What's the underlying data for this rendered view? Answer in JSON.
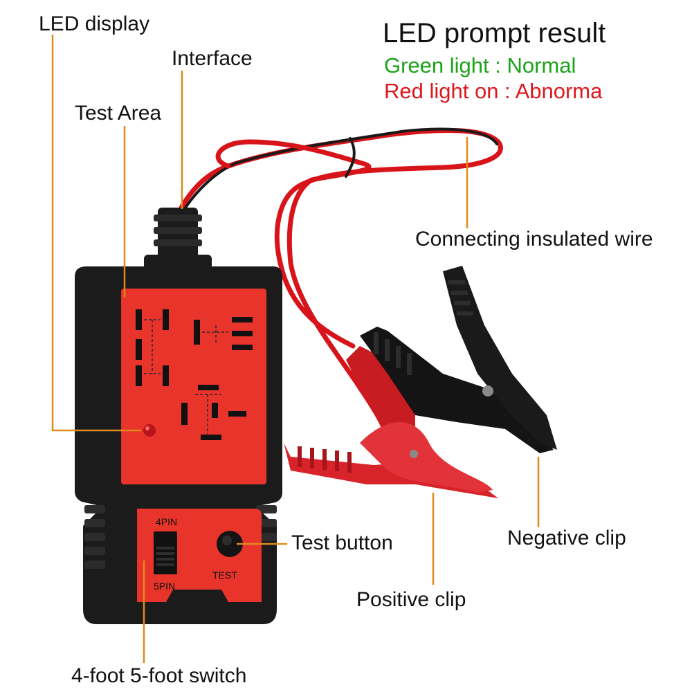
{
  "legend": {
    "title": "LED prompt result",
    "green_line": "Green light : Normal",
    "red_line": "Red light on : Abnorma",
    "green_color": "#1aa318",
    "red_color": "#e0161c"
  },
  "callouts": {
    "led_display": "LED display",
    "interface": "Interface",
    "test_area": "Test Area",
    "connecting_wire": "Connecting insulated wire",
    "test_button": "Test button",
    "negative_clip": "Negative clip",
    "positive_clip": "Positive clip",
    "pin_switch": "4-foot 5-foot switch"
  },
  "device": {
    "label_4pin": "4PIN",
    "label_5pin": "5PIN",
    "label_test": "TEST"
  },
  "colors": {
    "leader_line": "#e08a1e",
    "device_body": "#1b1b1b",
    "device_face": "#e8342a",
    "wire_red": "#d8141b",
    "clip_red": "#d9232a",
    "clip_black": "#141414"
  }
}
